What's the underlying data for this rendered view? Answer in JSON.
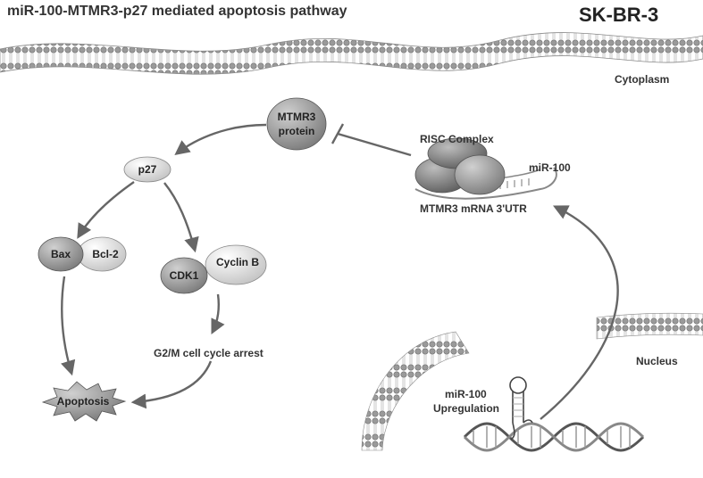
{
  "header": {
    "title": "miR-100-MTMR3-p27 mediated apoptosis pathway",
    "cell_line": "SK-BR-3"
  },
  "compartments": {
    "cytoplasm": "Cytoplasm",
    "nucleus": "Nucleus"
  },
  "nodes": {
    "mtmr3_line1": "MTMR3",
    "mtmr3_line2": "protein",
    "p27": "p27",
    "bax": "Bax",
    "bcl2": "Bcl-2",
    "cdk1": "CDK1",
    "cyclin_b": "Cyclin B",
    "g2m": "G2/M cell cycle arrest",
    "apoptosis": "Apoptosis",
    "risc": "RISC Complex",
    "mir100": "miR-100",
    "mrna": "MTMR3 mRNA 3'UTR",
    "upreg_line1": "miR-100",
    "upreg_line2": "Upregulation"
  },
  "colors": {
    "arrow": "#666666",
    "dark_node": "#7a7a7a",
    "light_node": "#dcdcdc",
    "text": "#333333"
  }
}
